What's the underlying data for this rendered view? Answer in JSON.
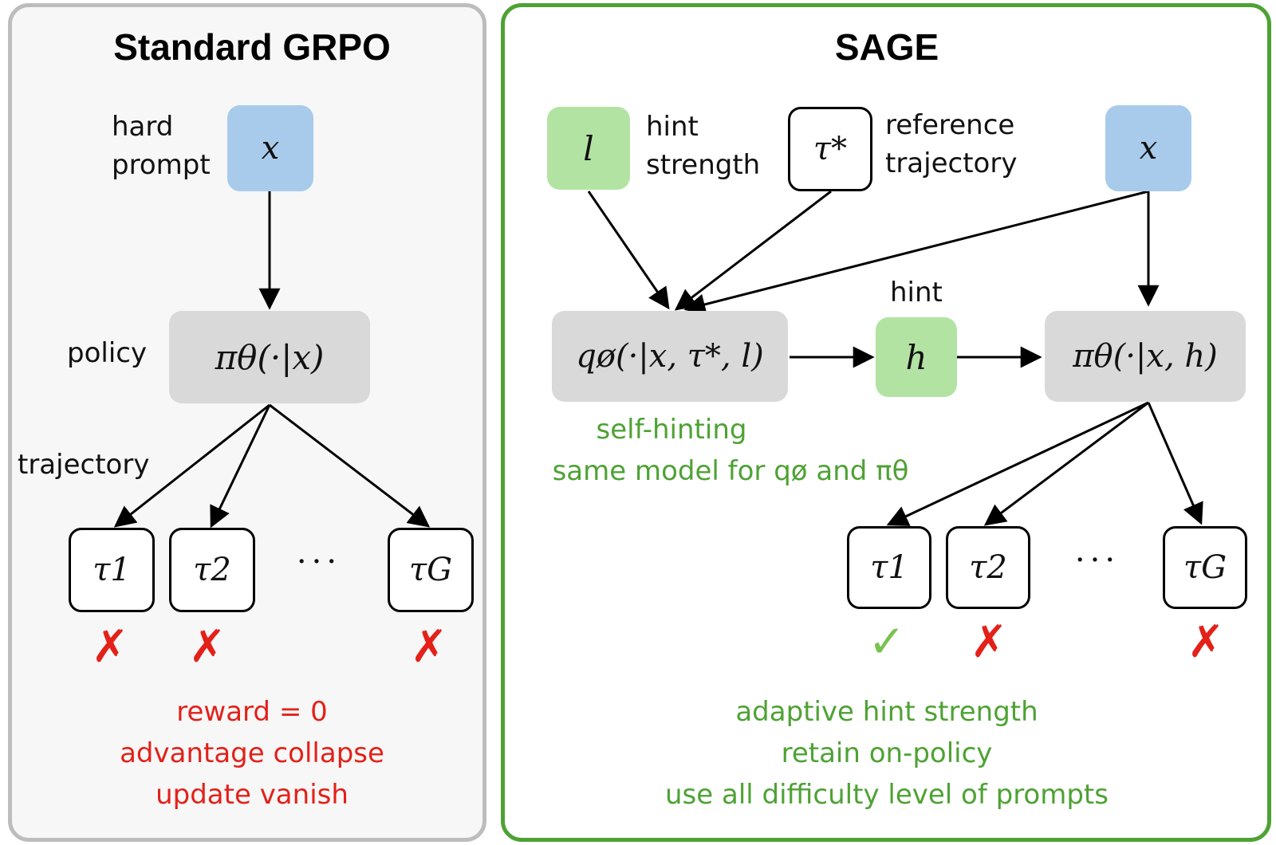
{
  "left_panel": {
    "title": "Standard GRPO",
    "prompt_label": "hard\nprompt",
    "prompt_node": "x",
    "policy_label": "policy",
    "policy_node": "πθ(·|x)",
    "trajectory_label": "trajectory",
    "trajectories": [
      "τ1",
      "τ2",
      "τG"
    ],
    "ellipsis": "···",
    "outcomes": [
      "✗",
      "✗",
      "✗"
    ],
    "notes": [
      "reward = 0",
      "advantage collapse",
      "update vanish"
    ]
  },
  "right_panel": {
    "title": "SAGE",
    "hint_strength_node": "l",
    "hint_strength_label": "hint\nstrength",
    "reference_node": "τ*",
    "reference_label": "reference\ntrajectory",
    "prompt_node": "x",
    "hinter_node": "qø(·|x, τ*, l)",
    "hint_label": "hint",
    "hint_node": "h",
    "policy_node": "πθ(·|x, h)",
    "self_hint_lines": [
      "self-hinting",
      "same model for qø and πθ"
    ],
    "trajectories": [
      "τ1",
      "τ2",
      "τG"
    ],
    "ellipsis": "···",
    "outcomes": [
      "✓",
      "✗",
      "✗"
    ],
    "notes": [
      "adaptive hint strength",
      "retain on-policy",
      "use all difficulty level of prompts"
    ]
  },
  "colors": {
    "left_border": "#bdbdbd",
    "right_border": "#4ea234",
    "prompt_fill": "#a9cbeb",
    "policy_fill": "#d9d9d9",
    "hint_fill": "#b3e3a3",
    "fail_red": "#e32119",
    "ok_green": "#79c24e",
    "note_green": "#4ea234"
  }
}
